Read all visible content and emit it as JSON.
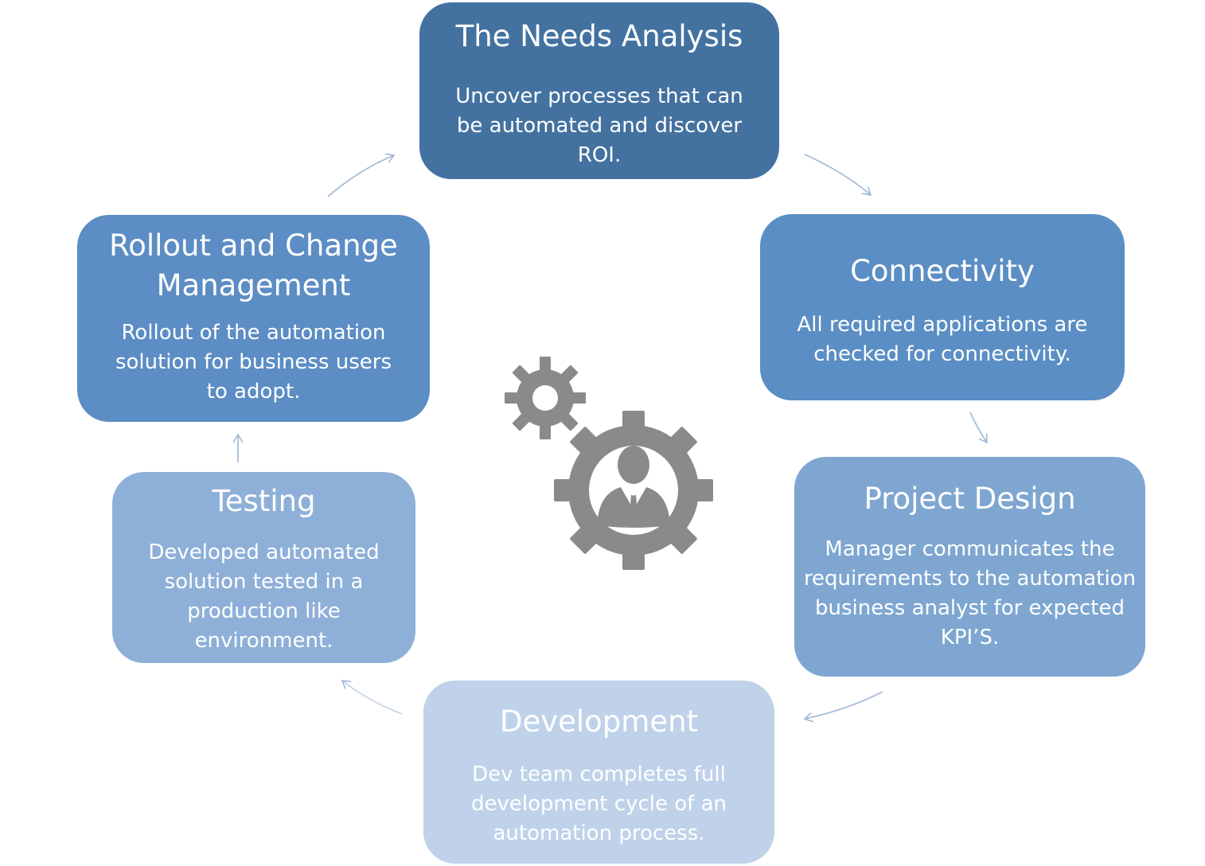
{
  "colors": {
    "needs": "#4472a0",
    "connectivity": "#5b8ec4",
    "project_design": "#7ea6d1",
    "development": "#bfd2ea",
    "testing": "#8eb0d8",
    "rollout": "#5c8dc4",
    "arrow": "#9fb7d2",
    "gear": "#8a8a8a"
  },
  "steps": {
    "needs": {
      "title": "The Needs Analysis",
      "description": "Uncover processes that can be automated and discover ROI."
    },
    "connectivity": {
      "title": "Connectivity",
      "description": "All required applications are checked for connectivity."
    },
    "project_design": {
      "title": "Project Design",
      "description": "Manager communicates the requirements to the automation business analyst for expected KPI’S."
    },
    "development": {
      "title": "Development",
      "description": "Dev team completes full development cycle of an automation process."
    },
    "testing": {
      "title": "Testing",
      "description": "Developed automated solution tested in a production like environment."
    },
    "rollout": {
      "title": "Rollout and Change Management",
      "description": "Rollout of the automation solution for business users to adopt."
    }
  },
  "center_icon": "gears-with-businessman-icon"
}
